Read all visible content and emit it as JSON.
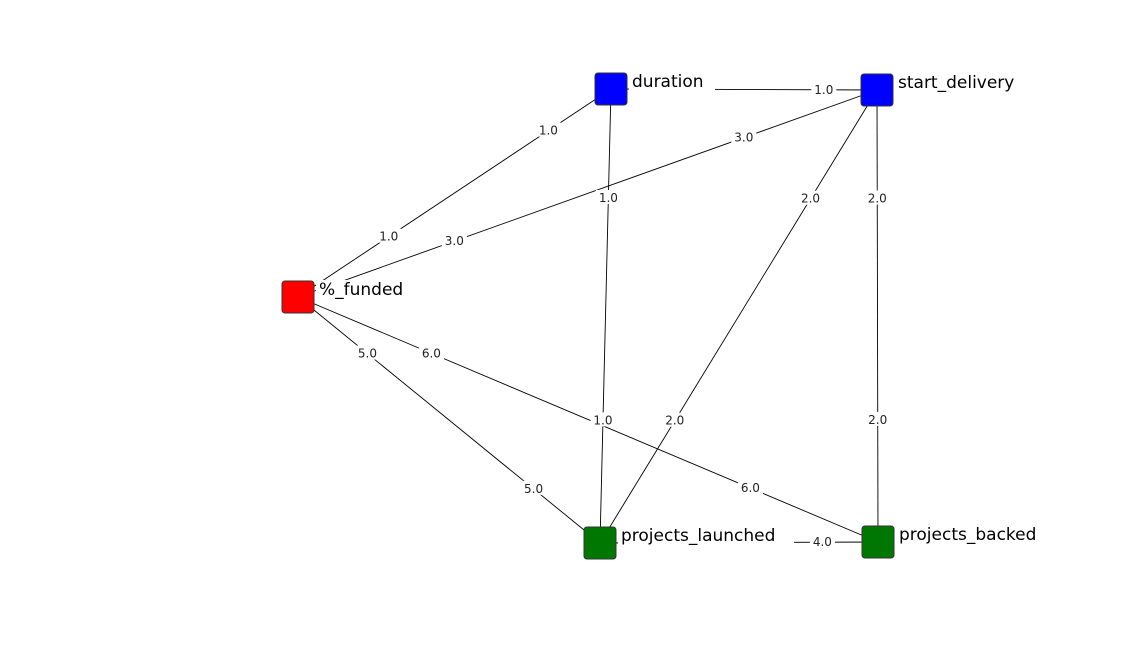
{
  "nodes": [
    {
      "id": "funded",
      "label": "%_funded",
      "color": "#ff0000"
    },
    {
      "id": "duration",
      "label": "duration",
      "color": "#0000ff"
    },
    {
      "id": "start_delivery",
      "label": "start_delivery",
      "color": "#0000ff"
    },
    {
      "id": "projects_launched",
      "label": "projects_launched",
      "color": "#007700"
    },
    {
      "id": "projects_backed",
      "label": "projects_backed",
      "color": "#007700"
    }
  ],
  "edges": [
    {
      "from": "duration",
      "to": "start_delivery",
      "labels": [
        "1.0"
      ]
    },
    {
      "from": "funded",
      "to": "duration",
      "labels": [
        "1.0",
        "1.0"
      ]
    },
    {
      "from": "funded",
      "to": "start_delivery",
      "labels": [
        "3.0",
        "3.0"
      ]
    },
    {
      "from": "duration",
      "to": "projects_launched",
      "labels": [
        "1.0",
        "1.0"
      ]
    },
    {
      "from": "start_delivery",
      "to": "projects_launched",
      "labels": [
        "2.0",
        "2.0"
      ]
    },
    {
      "from": "start_delivery",
      "to": "projects_backed",
      "labels": [
        "2.0",
        "2.0"
      ]
    },
    {
      "from": "funded",
      "to": "projects_launched",
      "labels": [
        "5.0",
        "5.0"
      ]
    },
    {
      "from": "funded",
      "to": "projects_backed",
      "labels": [
        "6.0",
        "6.0"
      ]
    },
    {
      "from": "projects_launched",
      "to": "projects_backed",
      "labels": [
        "4.0"
      ]
    }
  ]
}
